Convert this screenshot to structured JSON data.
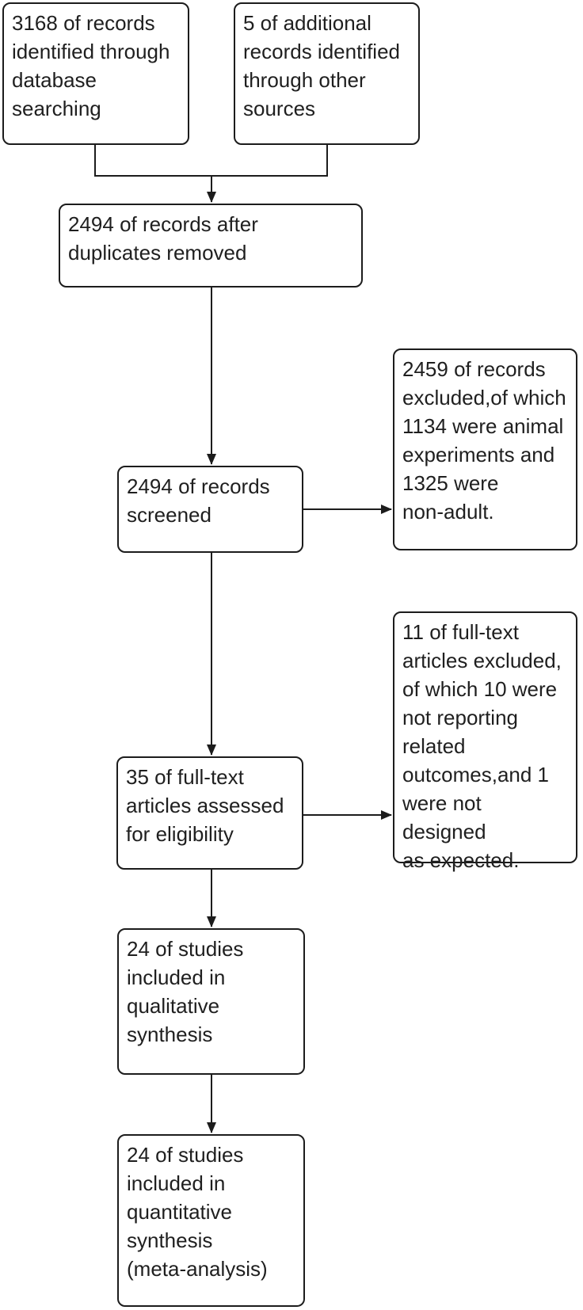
{
  "diagram": {
    "background_color": "#ffffff",
    "line_color": "#1c1c1c",
    "text_color": "#1f1f1f",
    "nodes": {
      "identified_db": {
        "text": "3168 of records\nidentified through\ndatabase\nsearching",
        "count": "3168"
      },
      "identified_other": {
        "text": "5 of additional\nrecords identified\nthrough other\nsources",
        "count": "5"
      },
      "dedup": {
        "text": "2494 of records after\nduplicates removed",
        "count": "2494"
      },
      "screened": {
        "text": "2494 of records\nscreened",
        "count": "2494"
      },
      "excluded_screening": {
        "text": "2459 of records\nexcluded,of which\n1134 were animal\nexperiments and\n1325 were\nnon-adult.",
        "count": "2459"
      },
      "fulltext": {
        "text": "35 of full-text\narticles assessed\nfor eligibility",
        "count": "35"
      },
      "excluded_fulltext": {
        "text": "11 of full-text\narticles excluded,\nof which 10 were\nnot reporting\nrelated\noutcomes,and 1\nwere not designed\nas expected.",
        "count": "11"
      },
      "qualitative": {
        "text": "24 of studies\nincluded in\nqualitative\nsynthesis",
        "count": "24"
      },
      "quantitative": {
        "text": "24 of studies\nincluded in\nquantitative\nsynthesis\n(meta-analysis)",
        "count": "24"
      }
    },
    "edges": [
      {
        "from": "identified_db",
        "to": "dedup"
      },
      {
        "from": "identified_other",
        "to": "dedup"
      },
      {
        "from": "dedup",
        "to": "screened"
      },
      {
        "from": "screened",
        "to": "excluded_screening"
      },
      {
        "from": "screened",
        "to": "fulltext"
      },
      {
        "from": "fulltext",
        "to": "excluded_fulltext"
      },
      {
        "from": "fulltext",
        "to": "qualitative"
      },
      {
        "from": "qualitative",
        "to": "quantitative"
      }
    ]
  }
}
